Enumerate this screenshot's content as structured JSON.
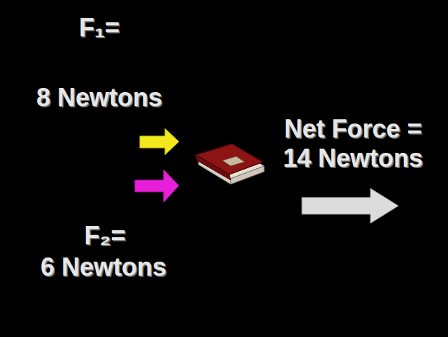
{
  "diagram": {
    "labels": [
      "F₁=",
      "8 Newtons",
      "Net Force =",
      "14 Newtons",
      "F₂=",
      "6 Newtons"
    ]
  }
}
